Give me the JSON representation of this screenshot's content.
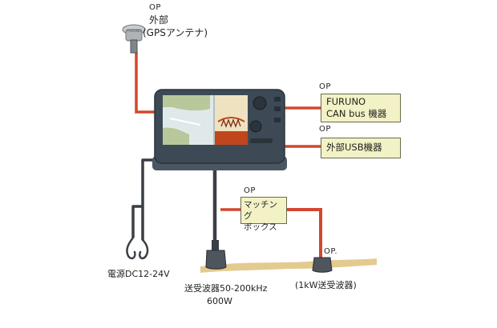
{
  "gps": {
    "op": "OP",
    "line1": "外部",
    "line2": "(GPSアンテナ)",
    "icon": "gps-antenna-icon"
  },
  "display_unit": {
    "icon": "chart-plotter-fishfinder-icon",
    "colors": {
      "housing": "#3d4a55",
      "screen_water": "#dfe9ea",
      "land": "#b8c89a",
      "sonar": "#c0471b"
    }
  },
  "furuno_can": {
    "op": "OP",
    "line1": "FURUNO",
    "line2": "CAN bus 機器"
  },
  "usb": {
    "op": "OP",
    "label": "外部USB機器"
  },
  "matching_box": {
    "op": "OP",
    "line1": "マッチング",
    "line2": "ボックス"
  },
  "power": {
    "label": "電源DC12-24V",
    "icon": "power-cable-icon"
  },
  "transducer_main": {
    "line1": "送受波器50-200kHz",
    "line2": "600W",
    "icon": "transducer-icon"
  },
  "transducer_1kw": {
    "op": "OP.",
    "label": "(1kW送受波器)",
    "icon": "transducer-icon"
  },
  "colors": {
    "red_cable": "#d4462e",
    "black_cable": "#3a3f45",
    "box_fill": "#f3f2c6",
    "waterline": "#c9a24a"
  }
}
